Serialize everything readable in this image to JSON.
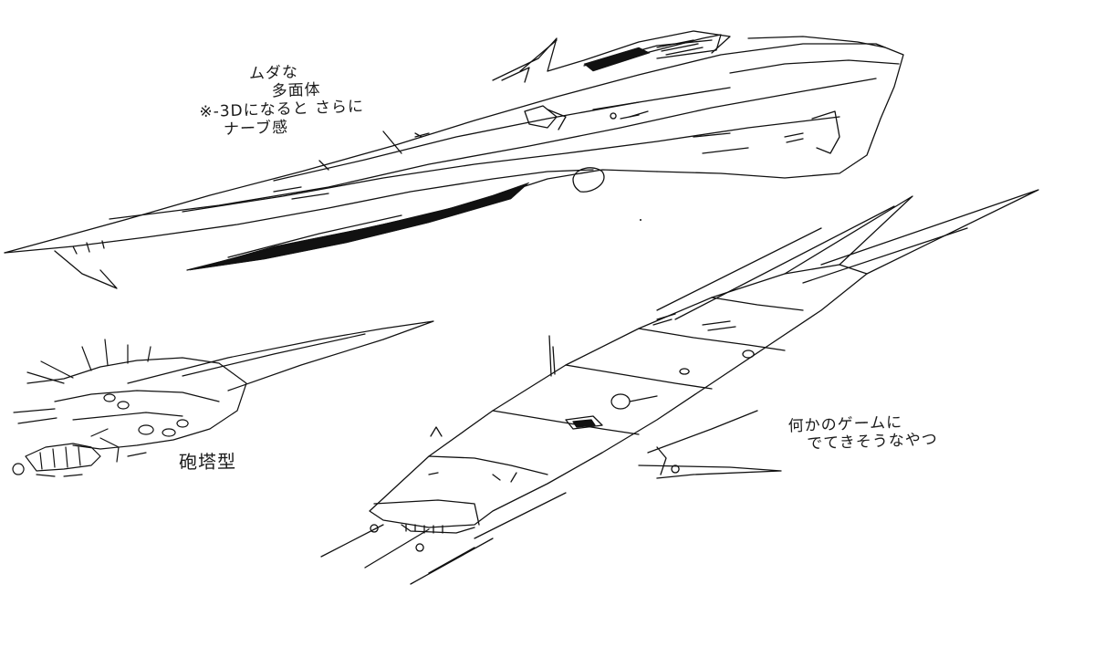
{
  "notes": {
    "top": {
      "line1": "ムダな",
      "line2": "多面体",
      "line3": "※-3Dになると さらに",
      "line4": "ナーブ感"
    },
    "turret": "砲塔型",
    "right": {
      "line1": "何かのゲームに",
      "line2": "でてきそうなやつ"
    }
  },
  "colors": {
    "ink": "#111111",
    "paper": "#ffffff"
  }
}
